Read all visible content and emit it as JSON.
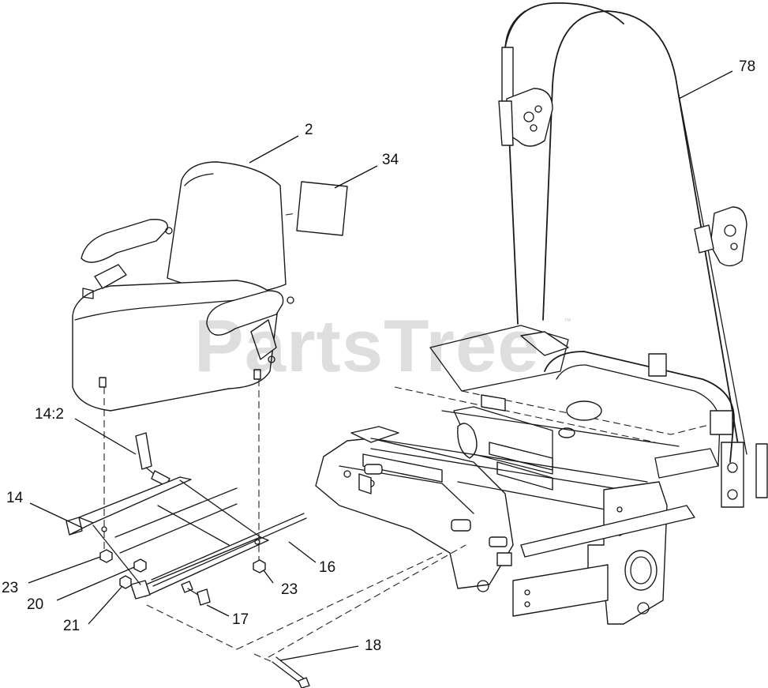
{
  "watermark": {
    "text": "PartsTree",
    "trademark": "™"
  },
  "callouts": {
    "c78": "78",
    "c2": "2",
    "c34": "34",
    "c14_2": "14:2",
    "c14": "14",
    "c16": "16",
    "c23_left": "23",
    "c23_right": "23",
    "c20": "20",
    "c21": "21",
    "c17": "17",
    "c18": "18"
  }
}
